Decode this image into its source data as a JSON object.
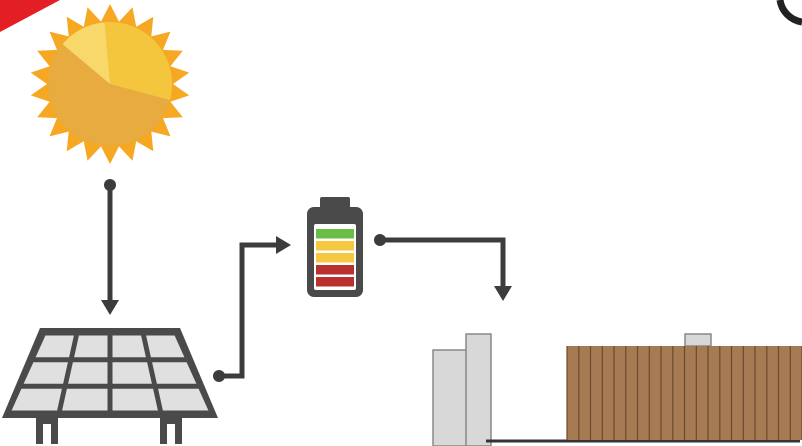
{
  "diagram": {
    "kind": "solar-power-flow",
    "components": [
      {
        "id": "sun",
        "icon": "sun-icon"
      },
      {
        "id": "solar-panel",
        "icon": "solar-panel-icon"
      },
      {
        "id": "battery",
        "icon": "battery-icon"
      },
      {
        "id": "gate",
        "icon": "sliding-gate-icon"
      }
    ],
    "flows": [
      {
        "from": "sun",
        "to": "solar-panel"
      },
      {
        "from": "solar-panel",
        "to": "battery"
      },
      {
        "from": "battery",
        "to": "gate"
      }
    ],
    "battery_levels": [
      "green",
      "yellow",
      "yellow",
      "red",
      "red"
    ],
    "colors": {
      "sun_outer": "#f7a823",
      "sun_inner": "#e8ab3f",
      "sun_highlight": "#f4c63d",
      "sun_pale": "#f8d86a",
      "connector": "#3c3c3c",
      "panel_frame": "#4a4a4a",
      "panel_cell": "#e0e0e0",
      "battery_body": "#4a4a4a",
      "battery_green": "#6cbd45",
      "battery_yellow": "#f5c842",
      "battery_red": "#b8312f",
      "gate_wood": "#a67a52",
      "gate_slat_line": "#6b4a2e",
      "gate_post": "#d8d8d8",
      "corner_badge": "#e31e24"
    }
  }
}
